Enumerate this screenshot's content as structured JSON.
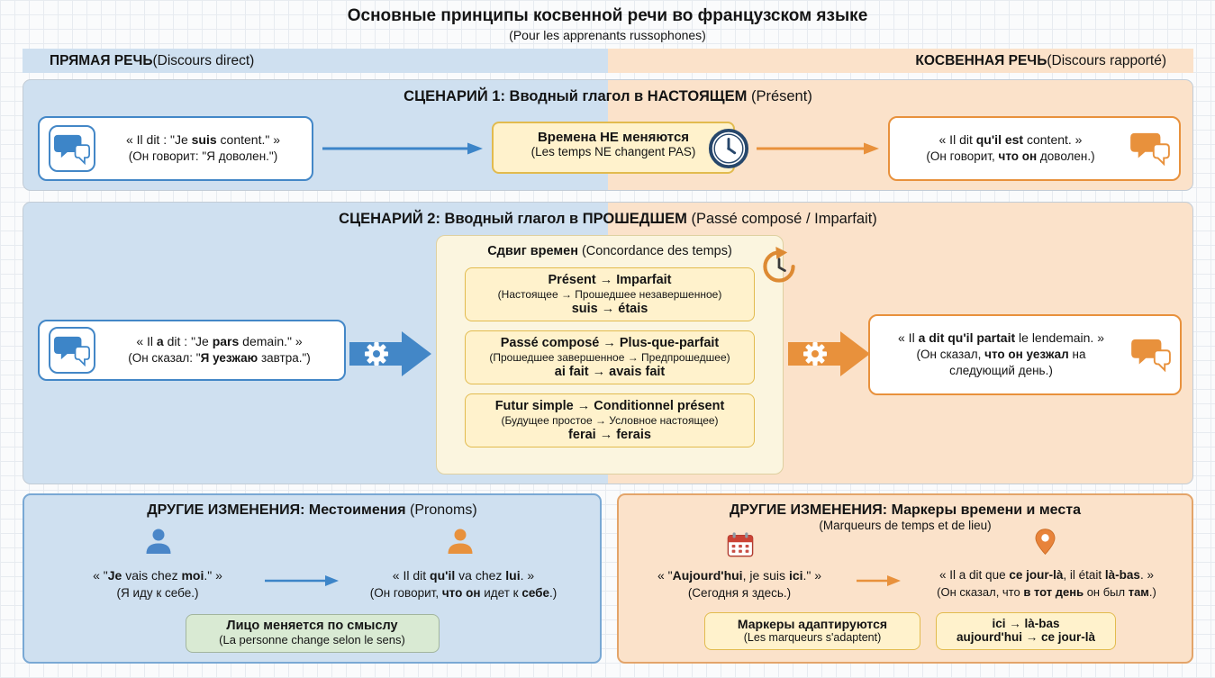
{
  "page": {
    "title": "Основные принципы косвенной речи во французском языке",
    "subtitle": "(Pour les apprenants russophones)"
  },
  "column_headers": {
    "direct": "<b>ПРЯМАЯ РЕЧЬ</b> (Discours direct)",
    "reported": "<b>КОСВЕННАЯ РЕЧЬ</b> (Discours rapporté)"
  },
  "scenario1": {
    "title": "<b>СЦЕНАРИЙ 1: Вводный глагол в НАСТОЯЩЕМ</b> (Présent)",
    "direct_fr": "« Il dit : \"Je <b>suis</b> content.\" »",
    "direct_ru": "(Он говорит: \"Я доволен.\")",
    "rule_main": "Времена НЕ меняются",
    "rule_sub": "(Les temps NE changent PAS)",
    "reported_fr": "« Il dit <b>qu'il est</b> content. »",
    "reported_ru": "(Он говорит, <b>что он</b> доволен.)"
  },
  "scenario2": {
    "title": "<b>СЦЕНАРИЙ 2: Вводный глагол в ПРОШЕДШЕМ</b> (Passé composé / Imparfait)",
    "direct_fr": "« Il <b>a</b> dit : \"Je <b>pars</b> demain.\" »",
    "direct_ru": "(Он сказал: \"<b>Я уезжаю</b> завтра.\")",
    "panel_title": "<b>Сдвиг времен</b> (Concordance des temps)",
    "rules": [
      {
        "fr": "Présent → Imparfait",
        "ru": "(Настоящее → Прошедшее незавершенное)",
        "example": "suis → étais"
      },
      {
        "fr": "Passé composé → Plus-que-parfait",
        "ru": "(Прошедшее завершенное → Предпрошедшее)",
        "example": "ai fait → avais fait"
      },
      {
        "fr": "Futur simple → Conditionnel présent",
        "ru": "(Будущее простое → Условное настоящее)",
        "example": "ferai → ferais"
      }
    ],
    "reported_fr": "« Il <b>a dit qu'il partait</b> le lendemain. »",
    "reported_ru": "(Он сказал, <b>что он уезжал</b> на следующий день.)"
  },
  "pronouns": {
    "title": "<b>ДРУГИЕ ИЗМЕНЕНИЯ: Местоимения</b> (Pronoms)",
    "direct_fr": "« \"<b>Je</b> vais chez <b>moi</b>.\" »",
    "direct_ru": "(Я иду к себе.)",
    "reported_fr": "« Il dit <b>qu'il</b> va chez <b>lui</b>. »",
    "reported_ru": "(Он говорит, <b>что он</b> идет к <b>себе</b>.)",
    "note_main": "Лицо меняется по смыслу",
    "note_sub": "(La personne change selon le sens)"
  },
  "markers": {
    "title": "ДРУГИЕ ИЗМЕНЕНИЯ: Маркеры времени и места",
    "subtitle": "(Marqueurs de temps et de lieu)",
    "direct_fr": "« \"<b>Aujourd'hui</b>, je suis <b>ici</b>.\" »",
    "direct_ru": "(Сегодня я здесь.)",
    "reported_fr": "« Il a dit que <b>ce jour-là</b>, il était <b>là-bas</b>. »",
    "reported_ru": "(Он сказал, что <b>в тот день</b> он был <b>там</b>.)",
    "note_main": "Маркеры адаптируются",
    "note_sub": "(Les marqueurs s'adaptent)",
    "example_line1": "ici → là-bas",
    "example_line2": "aujourd'hui → ce jour-là"
  },
  "icons": {
    "speech_direct": "chat-bubbles-icon",
    "speech_reported": "chat-bubbles-icon",
    "no_change": "clock-icon",
    "tense_shift": "history-clock-icon",
    "transform": "gear-arrow-icon",
    "person_direct": "person-icon",
    "person_reported": "person-icon",
    "time": "calendar-icon",
    "place": "map-pin-icon"
  },
  "colors": {
    "direct_accent": "#3d85c8",
    "direct_bg": "#cfe0f0",
    "reported_accent": "#e8913c",
    "reported_bg": "#fbe2ca",
    "rule_bg": "#fff2cc",
    "rule_border": "#e2bb4e",
    "note_green_bg": "#d9ead3"
  }
}
